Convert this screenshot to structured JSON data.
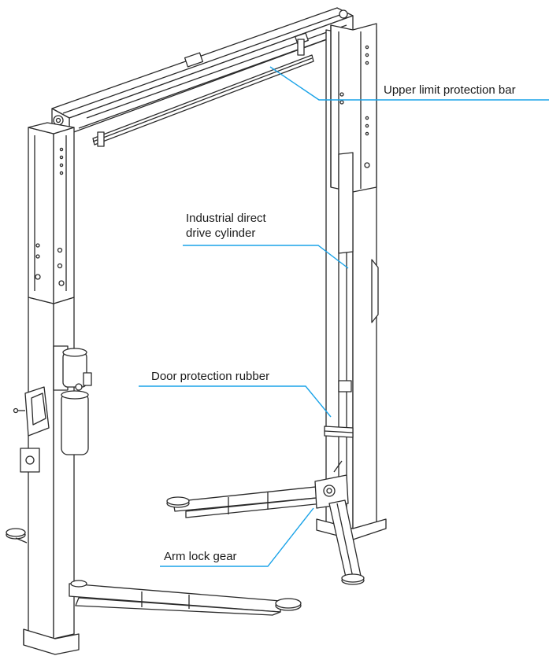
{
  "diagram": {
    "subject": "two-post-lift",
    "leader_color": "#1aa3e8",
    "line_color": "#2a2a2a",
    "callouts": [
      {
        "id": "upper-limit-protection-bar",
        "lines": [
          "Upper limit protection bar"
        ]
      },
      {
        "id": "industrial-direct-drive-cylinder",
        "lines": [
          "Industrial direct",
          "drive cylinder"
        ]
      },
      {
        "id": "door-protection-rubber",
        "lines": [
          "Door protection rubber"
        ]
      },
      {
        "id": "arm-lock-gear",
        "lines": [
          "Arm lock gear"
        ]
      }
    ]
  }
}
